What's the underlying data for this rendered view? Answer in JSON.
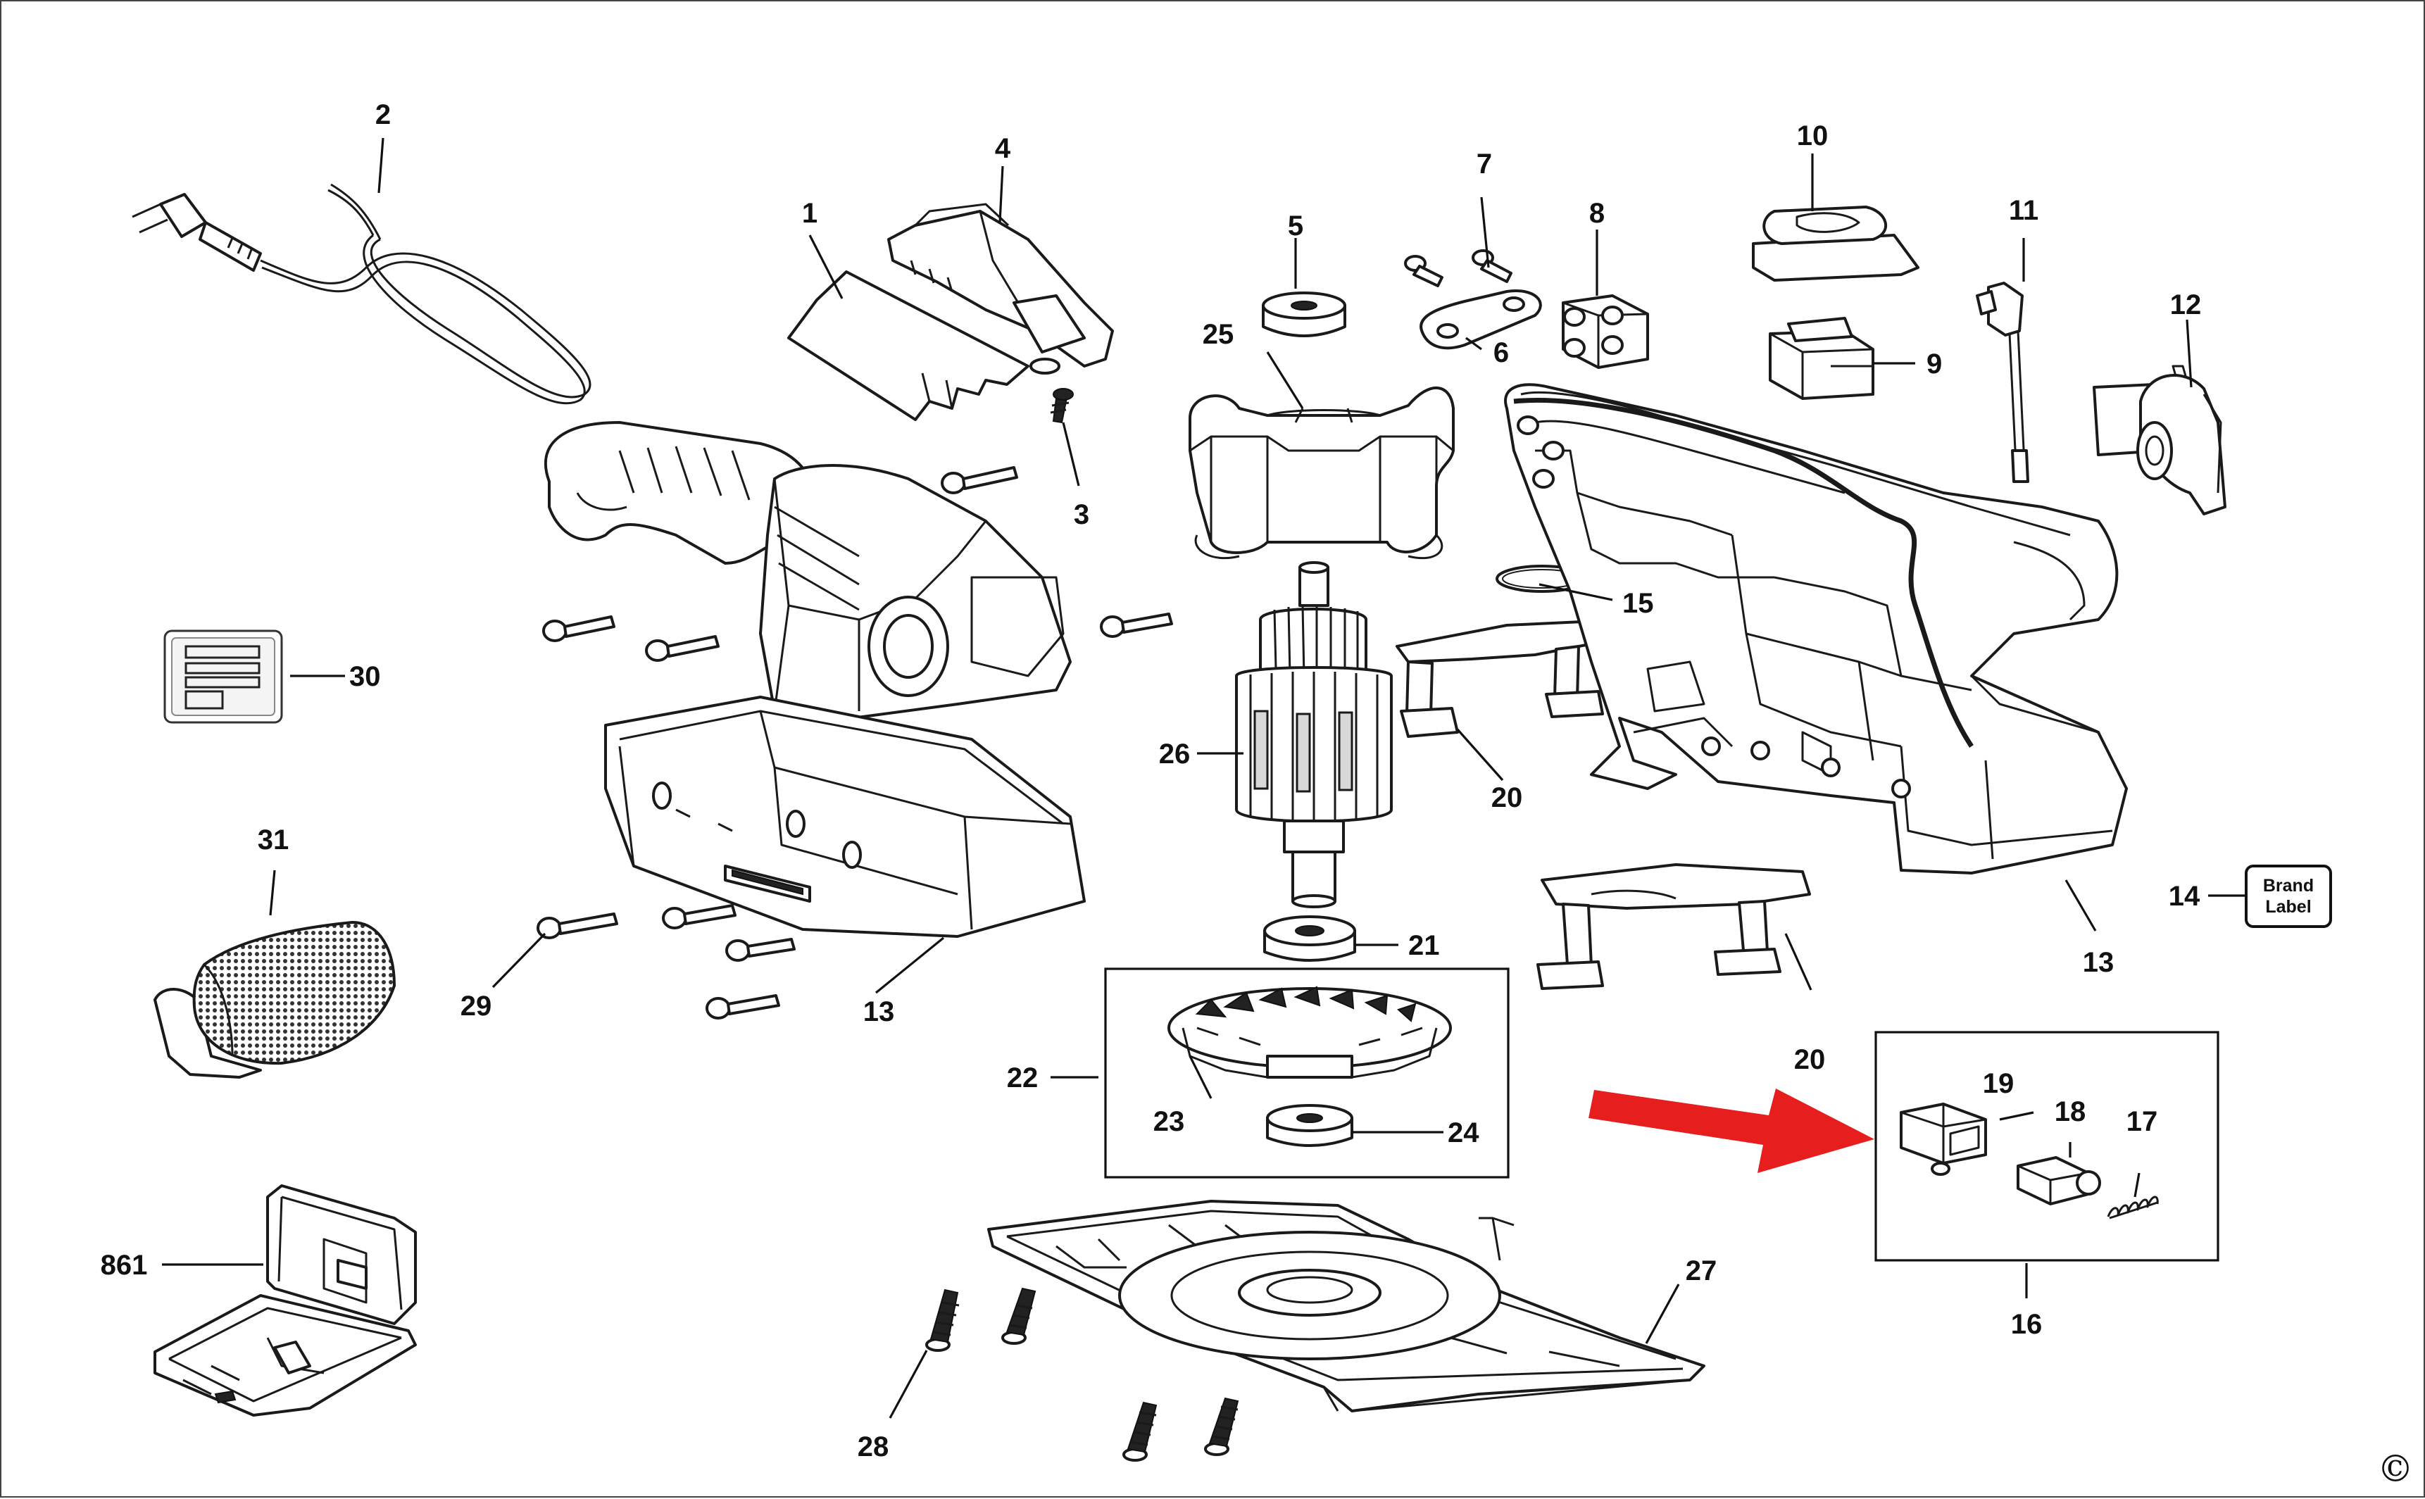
{
  "labels": {
    "p1": "1",
    "p2": "2",
    "p3": "3",
    "p4": "4",
    "p5": "5",
    "p6": "6",
    "p7": "7",
    "p8": "8",
    "p9": "9",
    "p10": "10",
    "p11": "11",
    "p12": "12",
    "p13a": "13",
    "p13b": "13",
    "p14": "14",
    "p15": "15",
    "p16": "16",
    "p17": "17",
    "p18": "18",
    "p19": "19",
    "p20a": "20",
    "p20b": "20",
    "p21": "21",
    "p22": "22",
    "p23": "23",
    "p24": "24",
    "p25": "25",
    "p26": "26",
    "p27": "27",
    "p28": "28",
    "p29": "29",
    "p30": "30",
    "p31": "31",
    "p861": "861"
  },
  "brand_label": {
    "line1": "Brand",
    "line2": "Label"
  },
  "copyright": "©",
  "colors": {
    "ink": "#111111",
    "arrow": "#e61e1e",
    "background": "#ffffff"
  }
}
